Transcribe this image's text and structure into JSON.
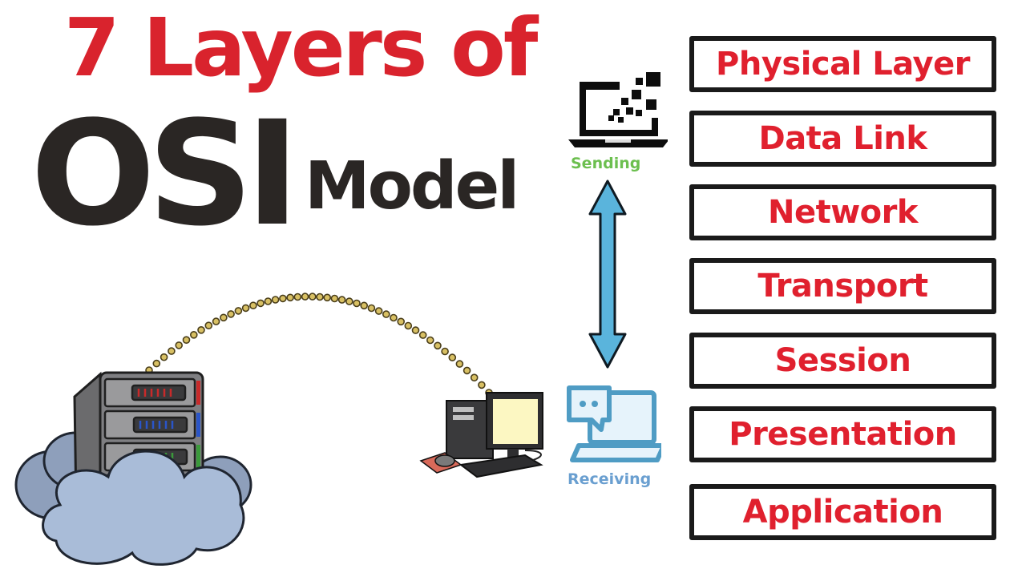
{
  "title": {
    "line1": "7 Layers of",
    "osi": "OSI",
    "model": "Model"
  },
  "colors": {
    "title_red": "#d9232d",
    "title_dark": "#2a2624",
    "layer_text": "#e0202e",
    "layer_border": "#1a1a1a",
    "sending_green": "#6cbf4f",
    "receiving_blue": "#6a9fd0",
    "arrow_blue": "#5ab4dc",
    "cloud_fill": "#a9bcd8",
    "dot_gold": "#d8c064"
  },
  "sending": {
    "icon": "laptop-sending-data-icon",
    "label": "Sending"
  },
  "receiving": {
    "icon": "laptop-chat-bubble-icon",
    "label": "Receiving"
  },
  "arrow": {
    "icon": "double-headed-vertical-arrow-icon"
  },
  "illustration": {
    "server": "server-rack-in-cloud-icon",
    "desktop": "desktop-computer-icon",
    "connection": "dotted-arc-connection"
  },
  "layers": [
    {
      "label": "Physical Layer"
    },
    {
      "label": "Data Link"
    },
    {
      "label": "Network"
    },
    {
      "label": "Transport"
    },
    {
      "label": "Session"
    },
    {
      "label": "Presentation"
    },
    {
      "label": "Application"
    }
  ]
}
